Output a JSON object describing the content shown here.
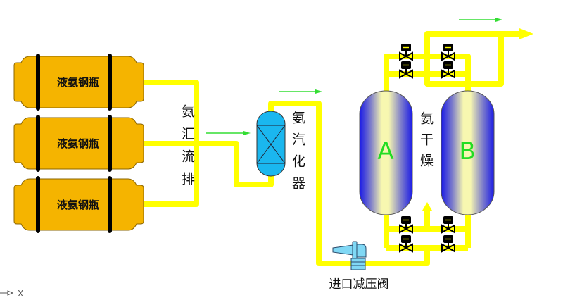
{
  "diagram": {
    "title": "液氨储存与汽化干燥流程",
    "cylinders": [
      {
        "label": "液氨钢瓶"
      },
      {
        "label": "液氨钢瓶"
      },
      {
        "label": "液氨钢瓶"
      }
    ],
    "manifold_label": "氨汇流排",
    "vaporizer_label": "氨汽化器",
    "dryer_label": "氨干燥",
    "tanks": [
      {
        "id": "A",
        "label": "A"
      },
      {
        "id": "B",
        "label": "B"
      }
    ],
    "inlet_valve_label": "进口减压阀",
    "switching_valves": {
      "top_count": 4,
      "bottom_count": 4
    },
    "flow_arrows": [
      "manifold-to-vaporizer",
      "vaporizer-outlet",
      "dryer-outlet"
    ],
    "ucs_axis_label": "X"
  },
  "colors": {
    "pipe": "#ffff00",
    "cylinder": "#f5b400",
    "tank_edge": "#1a1ae6",
    "tank_center": "#f7f7b0",
    "tank_label": "#22dd22",
    "flow_arrow": "#33dd33",
    "vaporizer": "#1ab7ef",
    "inlet_valve": "#80d8f5"
  }
}
